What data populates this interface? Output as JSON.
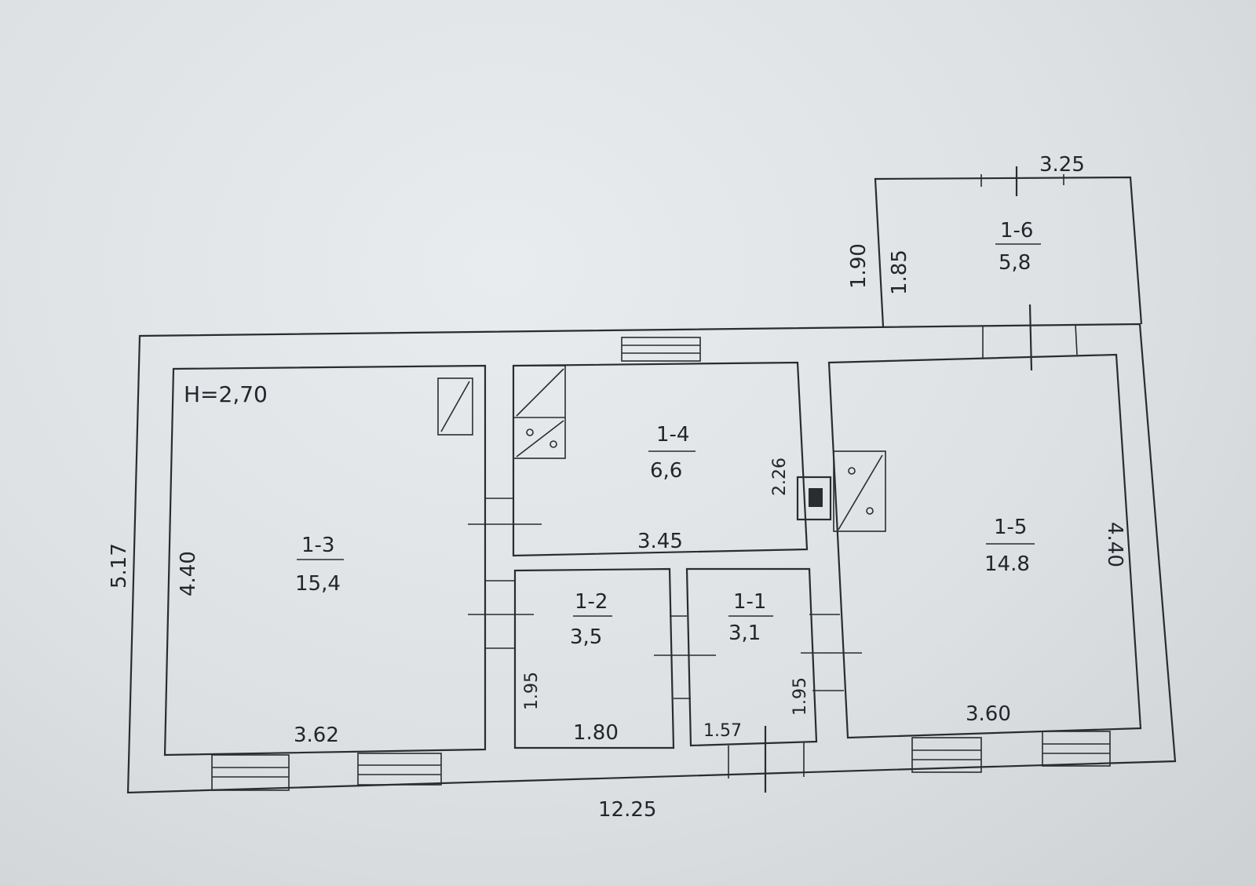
{
  "plan": {
    "ceiling_height": "H=2,70",
    "total_width": "12.25",
    "total_depth": "5.17",
    "rooms": [
      {
        "id": "1-1",
        "area": "3,1",
        "width": "1.57",
        "depth": "1.95"
      },
      {
        "id": "1-2",
        "area": "3,5",
        "width": "1.80",
        "depth": "1.95"
      },
      {
        "id": "1-3",
        "area": "15,4",
        "width": "3.62",
        "depth": "4.40"
      },
      {
        "id": "1-4",
        "area": "6,6",
        "width": "3.45",
        "depth": "2.26"
      },
      {
        "id": "1-5",
        "area": "14.8",
        "width": "3.60",
        "depth": "4.40"
      },
      {
        "id": "1-6",
        "area": "5,8",
        "width": "3.25",
        "depth": "1.85"
      }
    ],
    "extra_dimensions": {
      "porch_outer_depth": "1.90"
    }
  },
  "colors": {
    "ink": "#2a2c30",
    "paper": "#e3e6e8"
  }
}
